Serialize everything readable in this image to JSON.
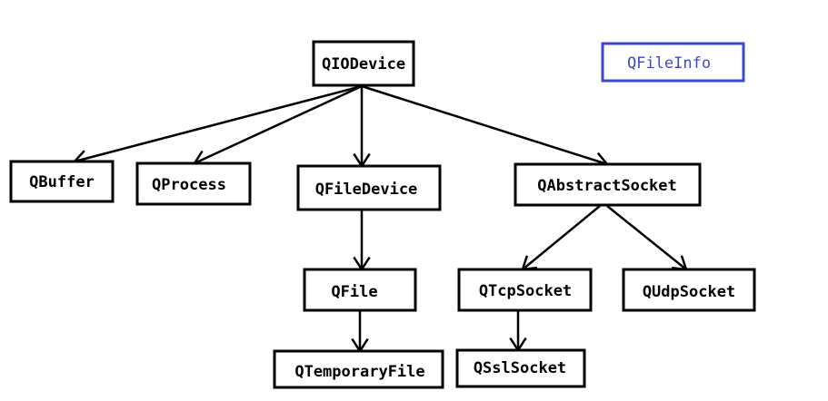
{
  "diagram": {
    "colors": {
      "line": "#000000",
      "accent": "#3f48cc"
    },
    "nodes": [
      {
        "id": "qiodevice",
        "label": "QIODevice"
      },
      {
        "id": "qfileinfo",
        "label": "QFileInfo"
      },
      {
        "id": "qbuffer",
        "label": "QBuffer"
      },
      {
        "id": "qprocess",
        "label": "QProcess"
      },
      {
        "id": "qfiledevice",
        "label": "QFileDevice"
      },
      {
        "id": "qabstractsocket",
        "label": "QAbstractSocket"
      },
      {
        "id": "qfile",
        "label": "QFile"
      },
      {
        "id": "qtcpsocket",
        "label": "QTcpSocket"
      },
      {
        "id": "qudpsocket",
        "label": "QUdpSocket"
      },
      {
        "id": "qtemporaryfile",
        "label": "QTemporaryFile"
      },
      {
        "id": "qsslsocket",
        "label": "QSslSocket"
      }
    ],
    "edges": [
      {
        "from": "qiodevice",
        "to": "qbuffer"
      },
      {
        "from": "qiodevice",
        "to": "qprocess"
      },
      {
        "from": "qiodevice",
        "to": "qfiledevice"
      },
      {
        "from": "qiodevice",
        "to": "qabstractsocket"
      },
      {
        "from": "qfiledevice",
        "to": "qfile"
      },
      {
        "from": "qfile",
        "to": "qtemporaryfile"
      },
      {
        "from": "qabstractsocket",
        "to": "qtcpsocket"
      },
      {
        "from": "qabstractsocket",
        "to": "qudpsocket"
      },
      {
        "from": "qtcpsocket",
        "to": "qsslsocket"
      }
    ]
  }
}
